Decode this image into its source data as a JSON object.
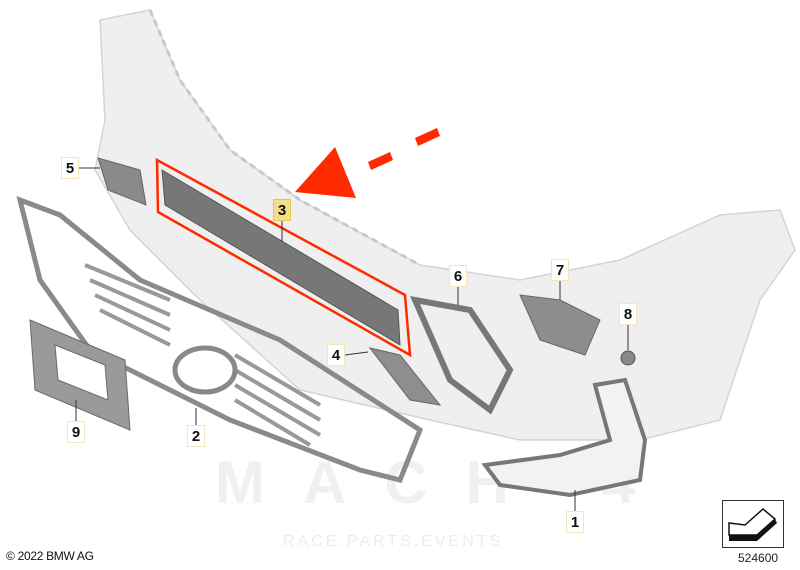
{
  "diagram": {
    "callouts": [
      {
        "number": "1",
        "highlighted": false
      },
      {
        "number": "2",
        "highlighted": false
      },
      {
        "number": "3",
        "highlighted": true
      },
      {
        "number": "4",
        "highlighted": false
      },
      {
        "number": "5",
        "highlighted": false
      },
      {
        "number": "6",
        "highlighted": false
      },
      {
        "number": "7",
        "highlighted": false
      },
      {
        "number": "8",
        "highlighted": false
      },
      {
        "number": "9",
        "highlighted": false
      }
    ],
    "highlight_color": "#ff2a00",
    "callout_highlight_color": "#f3df8a"
  },
  "footer": {
    "copyright": "© 2022 BMW AG",
    "diagram_number": "524600"
  },
  "watermark": {
    "brand": "MACH 4",
    "tagline": "RACE.PARTS.EVENTS"
  }
}
